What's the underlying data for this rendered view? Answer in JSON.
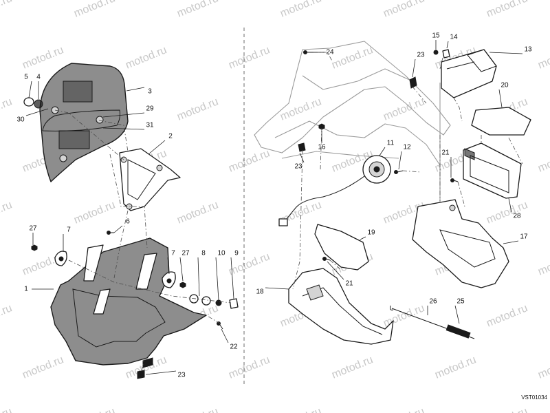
{
  "figure": {
    "watermark_text": "motod.ru",
    "code": "VST01034",
    "callouts": [
      "1",
      "2",
      "3",
      "4",
      "5",
      "6",
      "7",
      "7",
      "8",
      "9",
      "10",
      "11",
      "12",
      "13",
      "14",
      "15",
      "16",
      "17",
      "18",
      "19",
      "20",
      "21",
      "21",
      "22",
      "23",
      "23",
      "23",
      "24",
      "25",
      "26",
      "27",
      "27",
      "28",
      "29",
      "30",
      "31"
    ]
  },
  "colors": {
    "fill_shade": "#8d8d8d",
    "outline": "#1a1a1a",
    "watermark": "#c8c8c8"
  }
}
